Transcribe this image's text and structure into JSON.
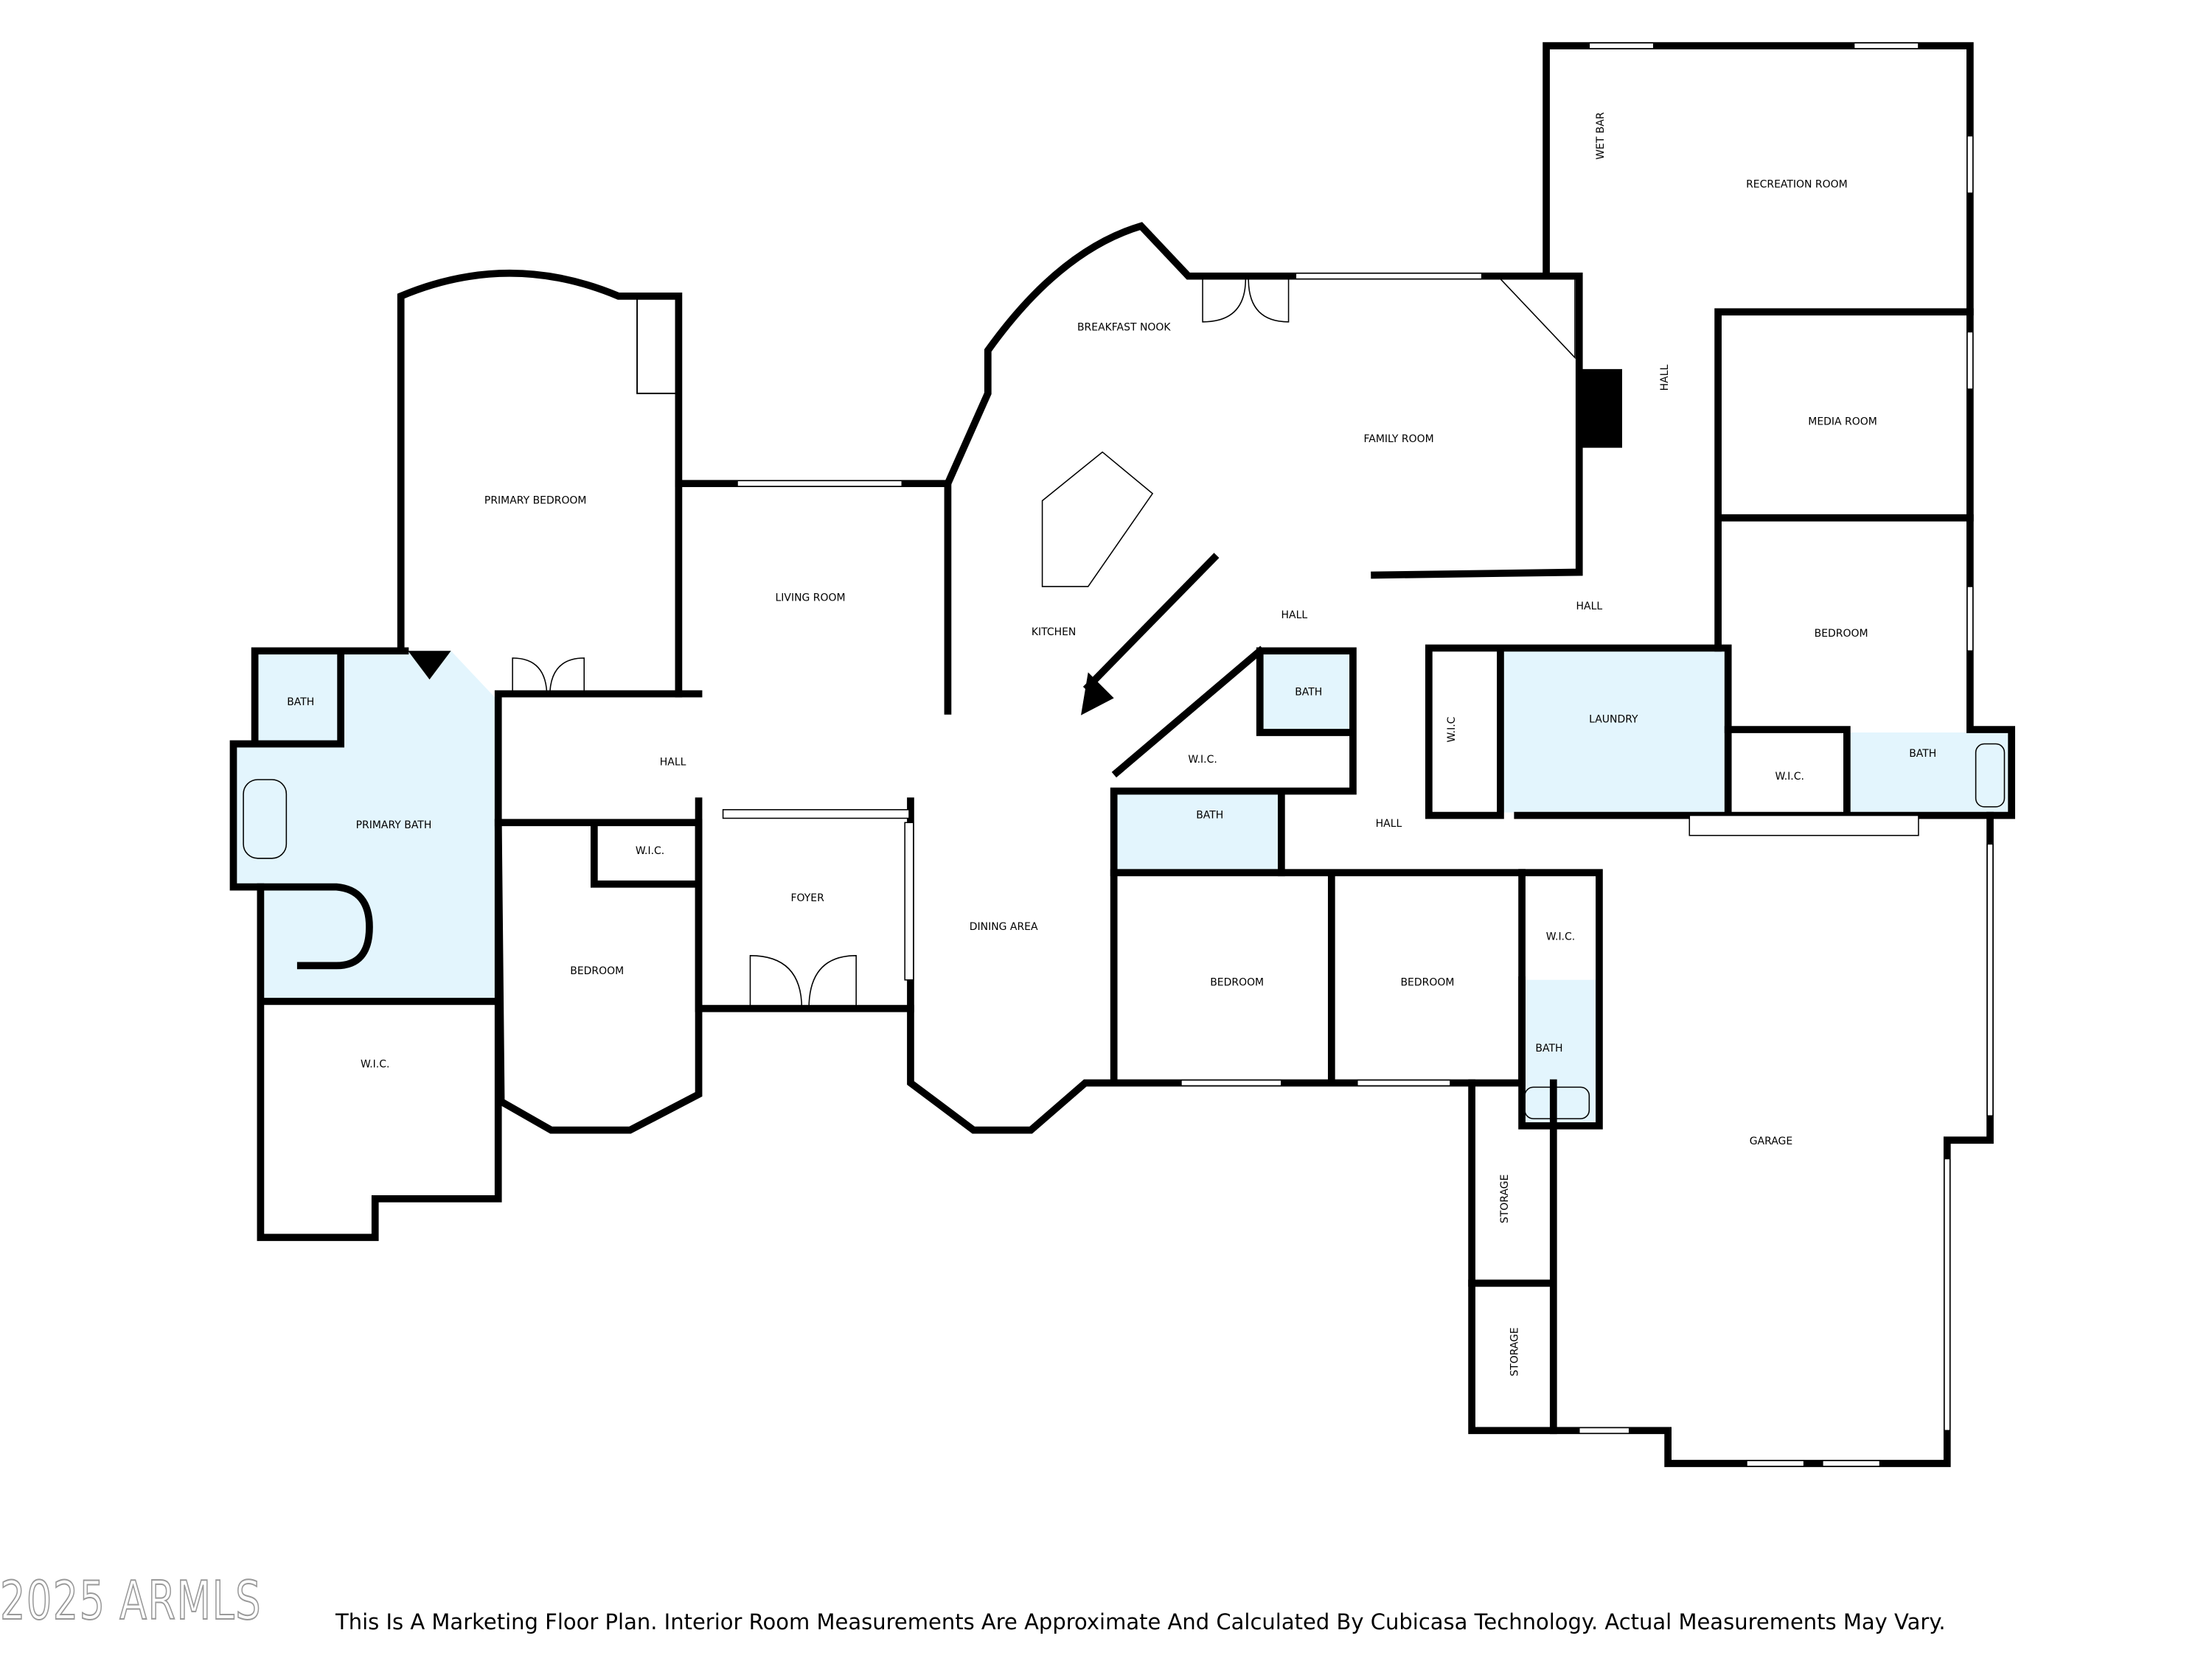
{
  "rooms": {
    "recreation_room": "RECREATION ROOM",
    "wet_bar": "WET BAR",
    "breakfast_nook": "BREAKFAST NOOK",
    "family_room": "FAMILY ROOM",
    "hall_vertical": "HALL",
    "media_room": "MEDIA ROOM",
    "primary_bedroom": "PRIMARY BEDROOM",
    "living_room": "LIVING ROOM",
    "kitchen": "KITCHEN",
    "hall_center": "HALL",
    "hall_right": "HALL",
    "bedroom_right": "BEDROOM",
    "bath_top_left": "BATH",
    "primary_bath": "PRIMARY BATH",
    "hall_left": "HALL",
    "bath_center": "BATH",
    "wic_center": "W.I.C.",
    "bath_center_lower": "BATH",
    "wic_laundry": "W.I.C",
    "laundry": "LAUNDRY",
    "wic_right": "W.I.C.",
    "bath_right": "BATH",
    "hall_lower": "HALL",
    "wic_left": "W.I.C.",
    "foyer": "FOYER",
    "dining_area": "DINING AREA",
    "bedroom_left": "BEDROOM",
    "bedroom_center_left": "BEDROOM",
    "bedroom_center_right": "BEDROOM",
    "wic_garage": "W.I.C.",
    "bath_garage": "BATH",
    "wic_bottom_left": "W.I.C.",
    "garage": "GARAGE",
    "storage_upper": "STORAGE",
    "storage_lower": "STORAGE"
  },
  "footer": {
    "watermark": "2025 ARMLS",
    "disclaimer": "This Is A Marketing Floor Plan. Interior Room Measurements Are Approximate And Calculated By Cubicasa Technology. Actual Measurements May Vary."
  },
  "colors": {
    "wet_room_fill": "#e3f5fd",
    "wall": "#000000"
  }
}
